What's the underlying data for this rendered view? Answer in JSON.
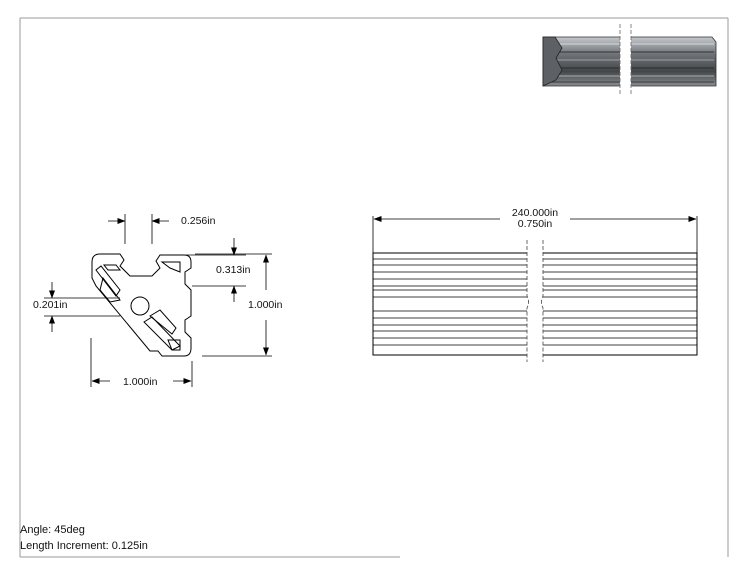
{
  "dimensions": {
    "slot_width": "0.256in",
    "slot_depth": "0.313in",
    "bore": "0.201in",
    "height": "1.000in",
    "width": "1.000in",
    "length": "240.000in",
    "side_width": "0.750in"
  },
  "notes": {
    "angle": "Angle: 45deg",
    "length_increment": "Length Increment: 0.125in"
  },
  "colors": {
    "line": "#000000",
    "frame": "#9a9a9a",
    "extrusion_dark": "#4a4d50",
    "extrusion_mid": "#7b7f83",
    "extrusion_light": "#b8bcc0"
  }
}
